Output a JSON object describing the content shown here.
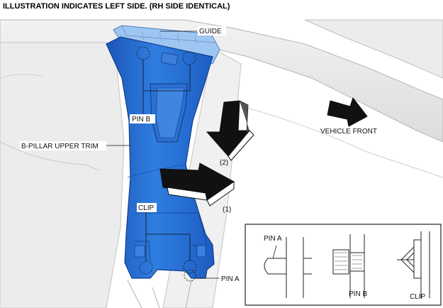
{
  "header": {
    "note": "ILLUSTRATION INDICATES LEFT SIDE. (RH SIDE IDENTICAL)"
  },
  "labels": {
    "guide": "GUIDE",
    "pin_b": "PIN B",
    "b_pillar_upper_trim": "B-PILLAR UPPER TRIM",
    "clip": "CLIP",
    "pin_a": "PIN A",
    "vehicle_front": "VEHICLE FRONT",
    "step_1": "(1)",
    "step_2": "(2)"
  },
  "inset": {
    "pin_a": "PIN A",
    "pin_b": "PIN B",
    "clip": "CLIP"
  },
  "colors": {
    "trim_blue": "#2a72d4",
    "trim_blue_dark": "#1c4fa8",
    "guide_blue": "#9fc6f0",
    "body_gray": "#e4e4e4",
    "outline": "#8a8a8a"
  }
}
